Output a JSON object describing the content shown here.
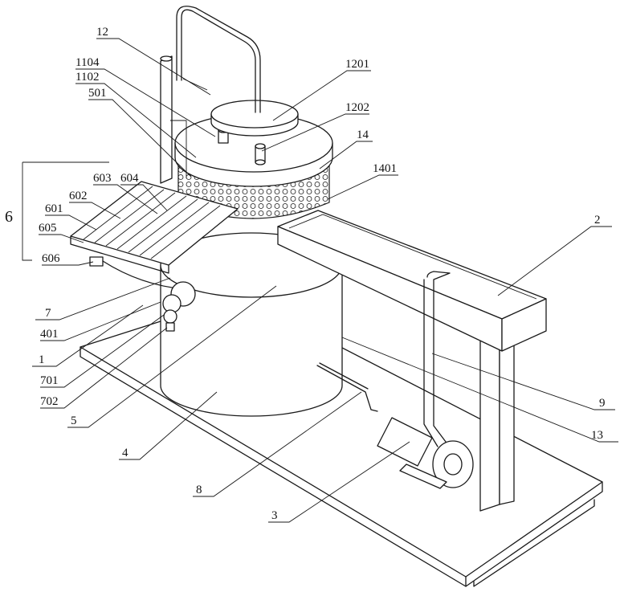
{
  "figure": {
    "labels": {
      "n12": "12",
      "n1104": "1104",
      "n1102": "1102",
      "n501": "501",
      "n1201": "1201",
      "n1202": "1202",
      "n14": "14",
      "n1401": "1401",
      "n603": "603",
      "n604": "604",
      "n602": "602",
      "n601": "601",
      "n605": "605",
      "n606": "606",
      "n6": "6",
      "n2": "2",
      "n7": "7",
      "n401": "401",
      "n1": "1",
      "n701": "701",
      "n702": "702",
      "n5": "5",
      "n4": "4",
      "n9": "9",
      "n13": "13",
      "n8": "8",
      "n3": "3"
    }
  }
}
